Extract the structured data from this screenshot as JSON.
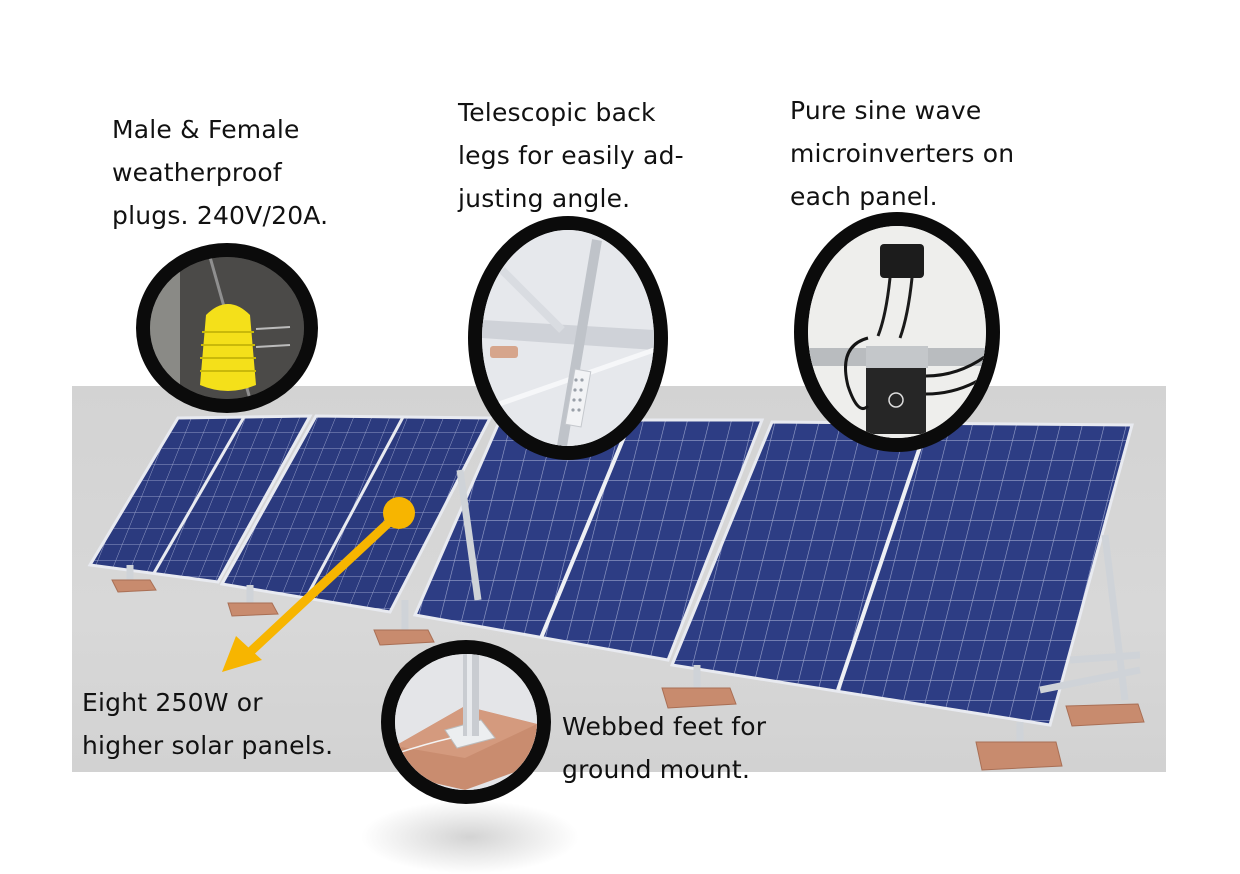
{
  "title": "Ground-mount solar array feature diagram",
  "callouts": {
    "plugs": {
      "lines": [
        "Male & Female",
        "weatherproof",
        "plugs. 240V/20A."
      ],
      "inset_icon": "yellow-weatherproof-plug"
    },
    "legs": {
      "lines": [
        "Telescopic back",
        "legs for easily ad-",
        "justing angle."
      ],
      "inset_icon": "telescopic-leg"
    },
    "inverters": {
      "lines": [
        "Pure sine wave",
        "microinverters on",
        "each panel."
      ],
      "inset_icon": "microinverter"
    },
    "panels": {
      "lines": [
        "Eight 250W or",
        "higher solar panels."
      ],
      "pointer": "yellow-arrow"
    },
    "feet": {
      "lines": [
        "Webbed feet for",
        "ground mount."
      ],
      "inset_icon": "webbed-foot"
    }
  },
  "colors": {
    "panel_blue": "#2b3a7e",
    "panel_grid": "#c9cfe6",
    "frame": "#e6e8ec",
    "ground": "#d4d4d4",
    "arrow": "#f7b500",
    "inset_ring": "#0b0b0b",
    "foot_block": "#c88b6e",
    "plug_yellow": "#f4e01a"
  },
  "counts": {
    "panels": 8,
    "watts_per_panel": "250W"
  }
}
